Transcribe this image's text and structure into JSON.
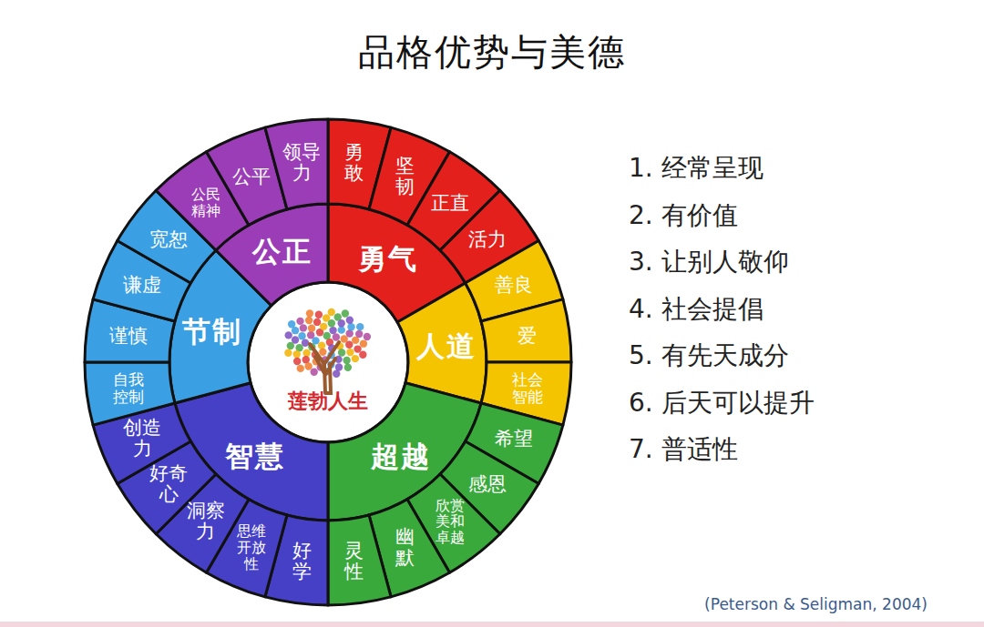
{
  "diagram": {
    "title": "品格优势与美德",
    "caption": "(Peterson & Seligman, 2004)",
    "nodes": [
      {
        "text": [
          "莲勃人生"
        ]
      },
      {
        "text": [
          "勇气"
        ]
      },
      {
        "text": [
          "勇敢"
        ]
      },
      {
        "text": [
          "坚韧"
        ]
      },
      {
        "text": [
          "正直"
        ]
      },
      {
        "text": [
          "活力"
        ]
      },
      {
        "text": [
          "人道"
        ]
      },
      {
        "text": [
          "善良"
        ]
      },
      {
        "text": [
          "爱"
        ]
      },
      {
        "text": [
          "社会智能"
        ]
      },
      {
        "text": [
          "超越"
        ]
      },
      {
        "text": [
          "希望"
        ]
      },
      {
        "text": [
          "感恩"
        ]
      },
      {
        "text": [
          "欣赏美和卓越"
        ]
      },
      {
        "text": [
          "幽默"
        ]
      },
      {
        "text": [
          "灵性"
        ]
      },
      {
        "text": [
          "智慧"
        ]
      },
      {
        "text": [
          "好学"
        ]
      },
      {
        "text": [
          "思维开放性"
        ]
      },
      {
        "text": [
          "洞察力"
        ]
      },
      {
        "text": [
          "好奇心"
        ]
      },
      {
        "text": [
          "创造力"
        ]
      },
      {
        "text": [
          "节制"
        ]
      },
      {
        "text": [
          "自我控制"
        ]
      },
      {
        "text": [
          "谨慎"
        ]
      },
      {
        "text": [
          "谦虚"
        ]
      },
      {
        "text": [
          "宽恕"
        ]
      },
      {
        "text": [
          "公正"
        ]
      },
      {
        "text": [
          "公民精神"
        ]
      },
      {
        "text": [
          "公平"
        ]
      },
      {
        "text": [
          "领导力"
        ]
      }
    ],
    "labels": [
      "1. 经常呈现",
      "2. 有价值",
      "3. 让别人敬仰",
      "4. 社会提倡",
      "5. 有先天成分",
      "6. 后天可以提升",
      "7. 普适性"
    ]
  }
}
